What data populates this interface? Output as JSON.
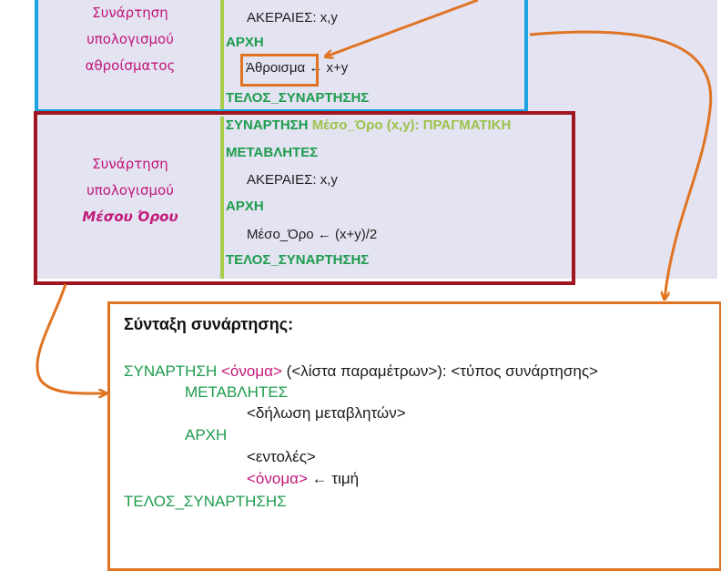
{
  "colors": {
    "panel_bg": "#e3e3f2",
    "keyword_green": "#1e9c4d",
    "name_green": "#9cc24a",
    "magenta": "#c2187a",
    "blue_box": "#1aa3dd",
    "red_box": "#a01620",
    "orange": "#e07321"
  },
  "block1": {
    "desc": [
      "Συνάρτηση",
      "υπολογισμού",
      "αθροίσματος"
    ],
    "vars_line": "ΑΚΕΡΑΙΕΣ: x,y",
    "begin_kw": "ΑΡΧΗ",
    "assign_target": "Άθροισμα",
    "assign_rest": "← x+y",
    "end_kw": "ΤΕΛΟΣ_ΣΥΝΑΡΤΗΣΗΣ"
  },
  "block2": {
    "desc": [
      "Συνάρτηση",
      "υπολογισμού",
      "Μέσου Όρου"
    ],
    "func_kw": "ΣΥΝΑΡΤΗΣΗ",
    "func_sig": "Μέσο_Όρο (x,y): ΠΡΑΓΜΑΤΙΚΗ",
    "vars_kw": "ΜΕΤΑΒΛΗΤΕΣ",
    "vars_line": "ΑΚΕΡΑΙΕΣ: x,y",
    "begin_kw": "ΑΡΧΗ",
    "assign_line": "Μέσο_Όρο ← (x+y)/2",
    "end_kw": "ΤΕΛΟΣ_ΣΥΝΑΡΤΗΣΗΣ"
  },
  "syntax": {
    "title": "Σύνταξη συνάρτησης:",
    "func_kw": "ΣΥΝΑΡΤΗΣΗ",
    "name_ph": "<όνομα>",
    "params_type": "(<λίστα παραμέτρων>): <τύπος συνάρτησης>",
    "vars_kw": "ΜΕΤΑΒΛΗΤΕΣ",
    "vars_decl": "<δήλωση μεταβλητών>",
    "begin_kw": "ΑΡΧΗ",
    "commands": "<εντολές>",
    "assign_name": "<όνομα>",
    "assign_rest": "← τιμή",
    "end_kw": "ΤΕΛΟΣ_ΣΥΝΑΡΤΗΣΗΣ"
  }
}
